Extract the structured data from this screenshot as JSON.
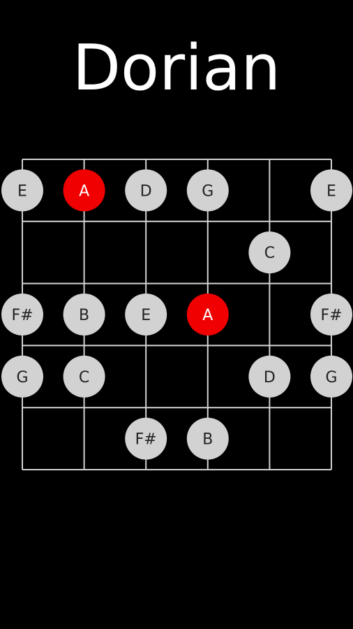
{
  "title": "Dorian",
  "colors": {
    "background": "#000000",
    "grid": "#d2d2d2",
    "note_fill": "#d2d2d2",
    "note_text": "#222222",
    "root_fill": "#f00000",
    "root_text": "#ffffff",
    "title_text": "#ffffff"
  },
  "fretboard": {
    "strings": 6,
    "fret_rows": 5,
    "notes": [
      {
        "label": "E",
        "string": 0,
        "row": 0,
        "root": false
      },
      {
        "label": "A",
        "string": 1,
        "row": 0,
        "root": true
      },
      {
        "label": "D",
        "string": 2,
        "row": 0,
        "root": false
      },
      {
        "label": "G",
        "string": 3,
        "row": 0,
        "root": false
      },
      {
        "label": "E",
        "string": 5,
        "row": 0,
        "root": false
      },
      {
        "label": "C",
        "string": 4,
        "row": 1,
        "root": false
      },
      {
        "label": "F#",
        "string": 0,
        "row": 2,
        "root": false
      },
      {
        "label": "B",
        "string": 1,
        "row": 2,
        "root": false
      },
      {
        "label": "E",
        "string": 2,
        "row": 2,
        "root": false
      },
      {
        "label": "A",
        "string": 3,
        "row": 2,
        "root": true
      },
      {
        "label": "F#",
        "string": 5,
        "row": 2,
        "root": false
      },
      {
        "label": "G",
        "string": 0,
        "row": 3,
        "root": false
      },
      {
        "label": "C",
        "string": 1,
        "row": 3,
        "root": false
      },
      {
        "label": "D",
        "string": 4,
        "row": 3,
        "root": false
      },
      {
        "label": "G",
        "string": 5,
        "row": 3,
        "root": false
      },
      {
        "label": "F#",
        "string": 2,
        "row": 4,
        "root": false
      },
      {
        "label": "B",
        "string": 3,
        "row": 4,
        "root": false
      }
    ]
  }
}
